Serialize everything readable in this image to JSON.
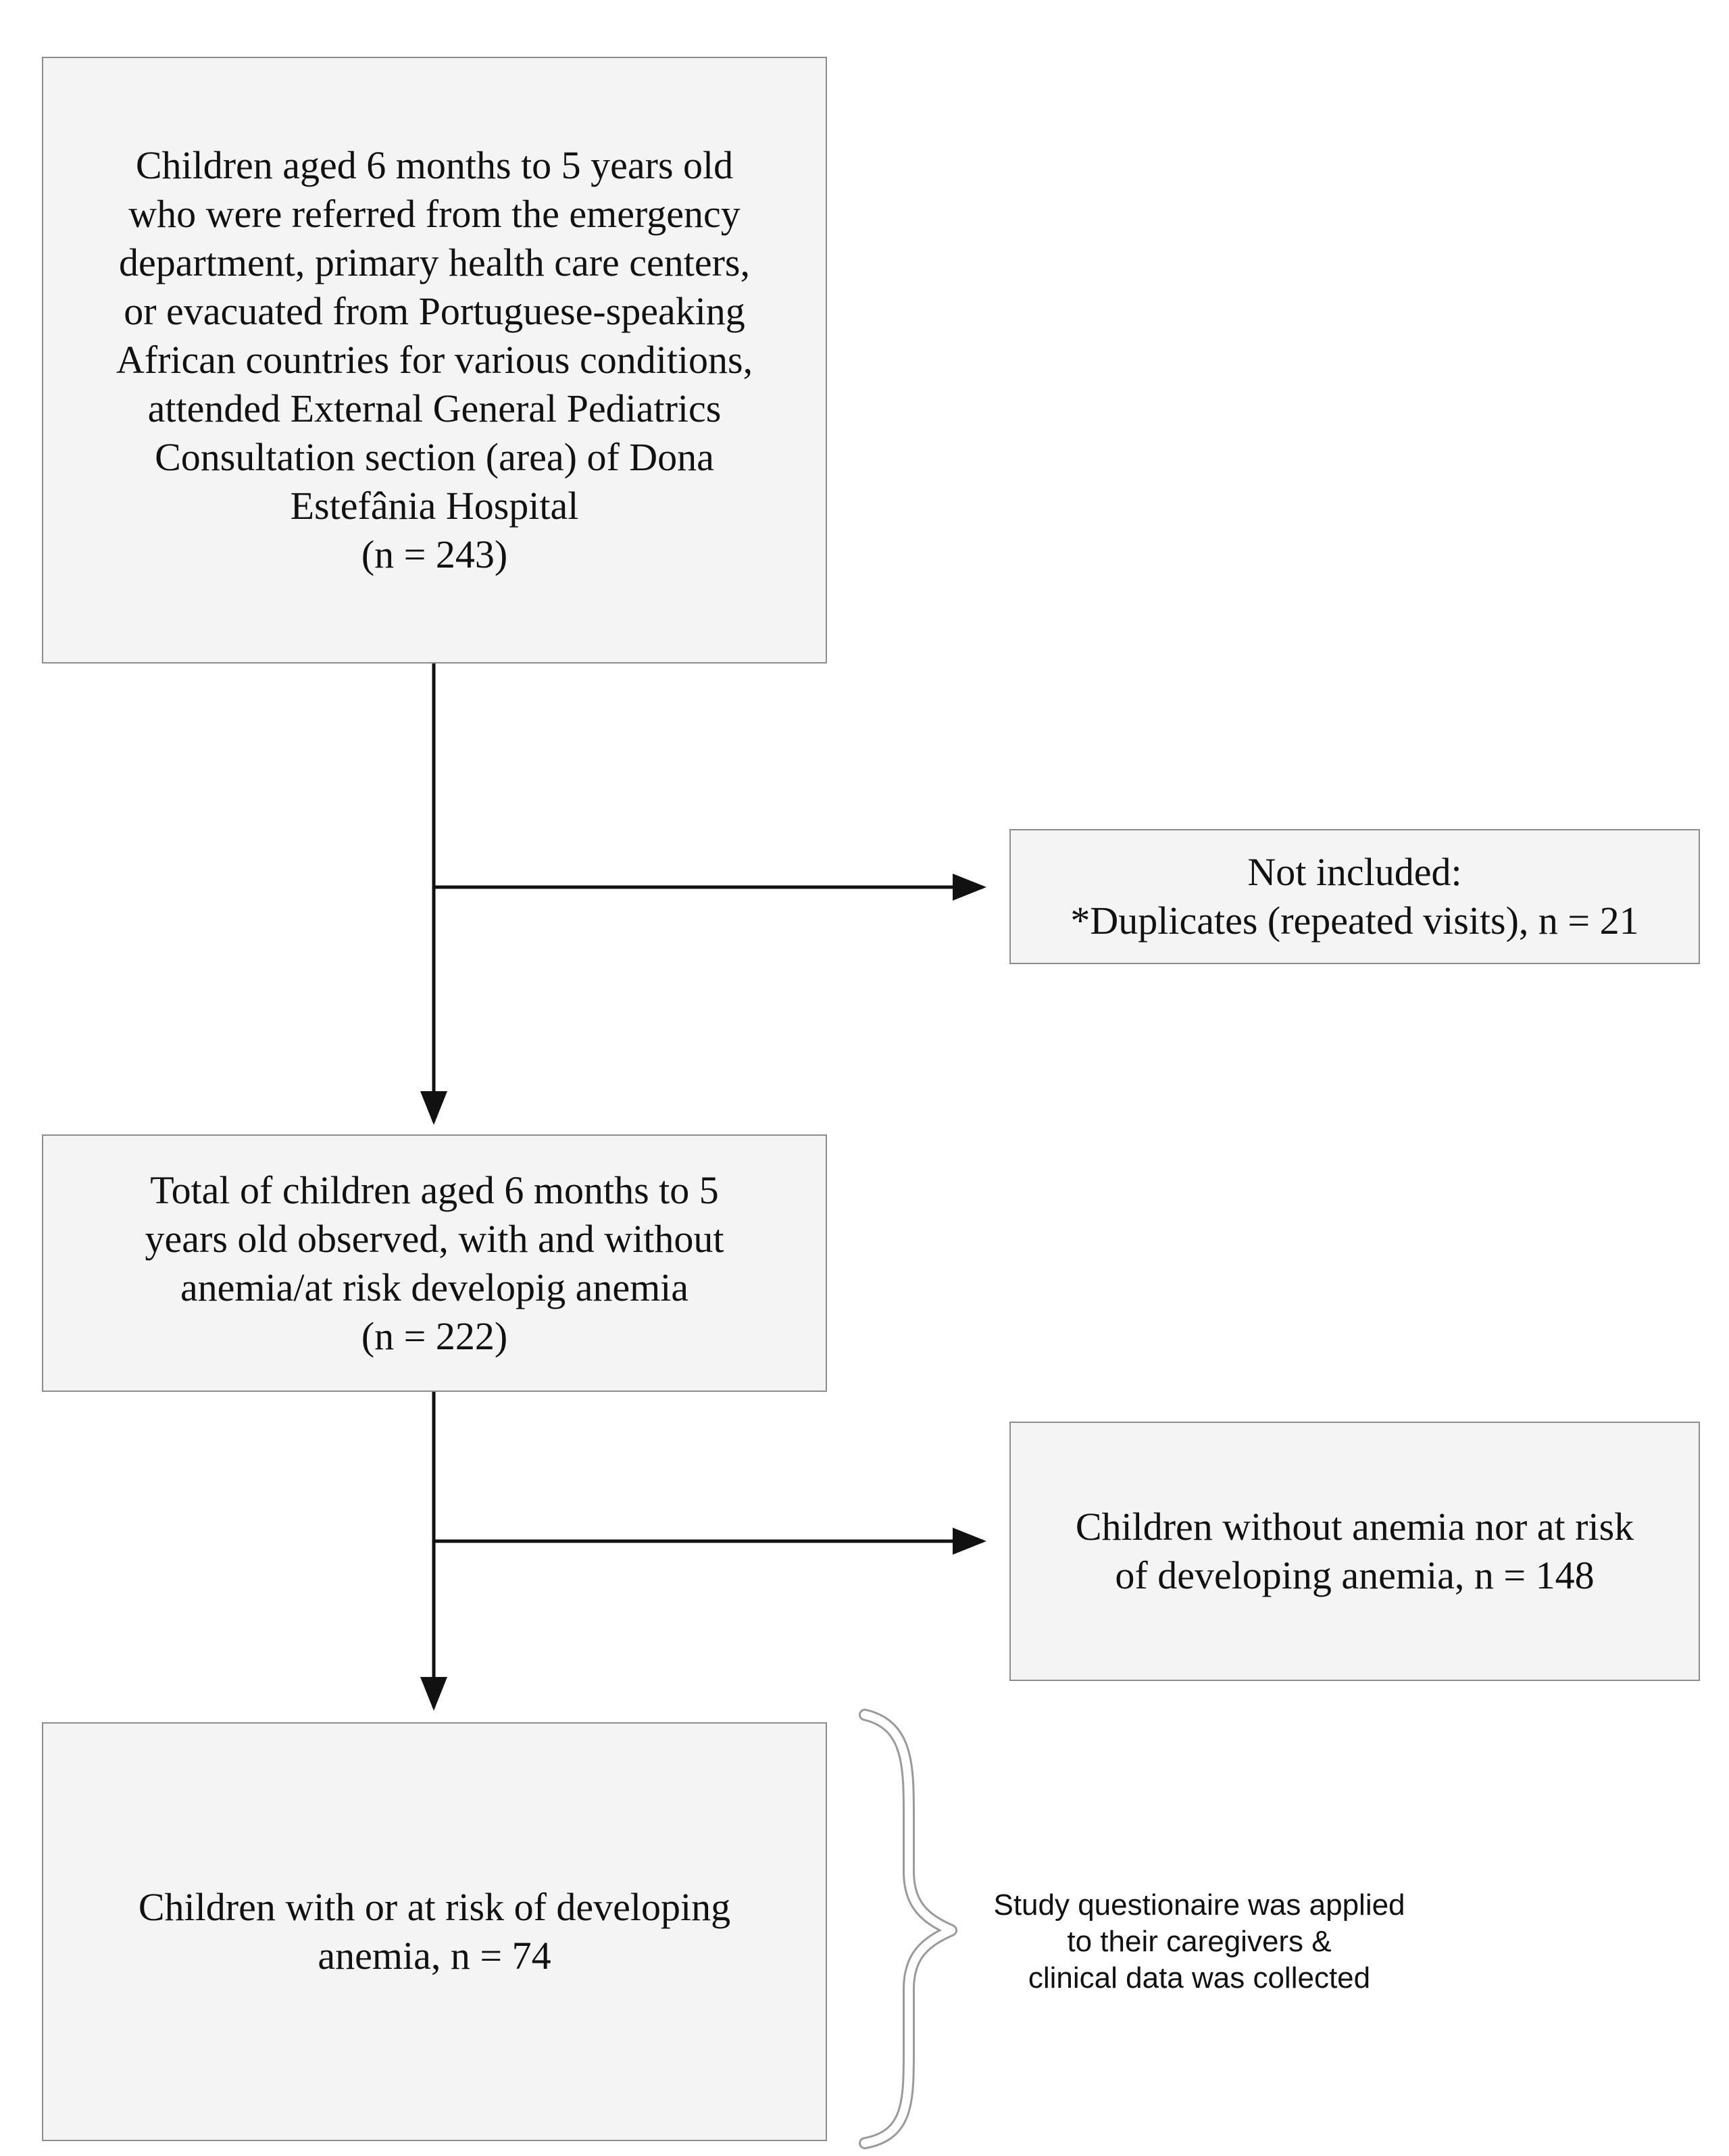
{
  "diagram": {
    "box_fill": "#f4f4f4",
    "box_border": "#8c8c8c",
    "arrow_color": "#111111",
    "boxes": {
      "initial": {
        "text": "Children aged 6 months to 5 years old\nwho were referred from the emergency\ndepartment, primary health care centers,\nor evacuated from Portuguese-speaking\nAfrican countries for various conditions,\nattended  External General Pediatrics\nConsultation section (area) of Dona\nEstefânia Hospital\n(n = 243)"
      },
      "not_included": {
        "text": "Not included:\n*Duplicates (repeated visits), n = 21"
      },
      "total_observed": {
        "text": "Total of children aged 6 months to 5\nyears old observed, with and without\nanemia/at risk developig anemia\n(n = 222)"
      },
      "without_anemia": {
        "text": "Children without anemia nor at risk\nof developing anemia, n = 148"
      },
      "with_anemia": {
        "text": "Children with or at risk of developing\nanemia, n = 74"
      }
    },
    "brace_note": {
      "text": "Study questionaire was applied\nto their caregivers &\nclinical data was collected"
    }
  }
}
